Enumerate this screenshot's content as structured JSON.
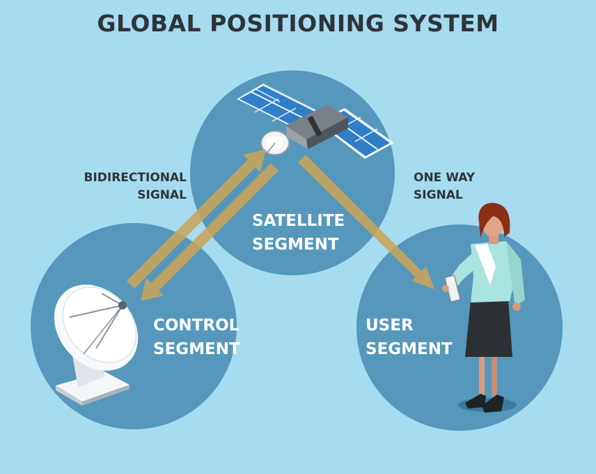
{
  "title": "GLOBAL POSITIONING SYSTEM",
  "segments": {
    "satellite": {
      "line1": "SATELLITE",
      "line2": "SEGMENT"
    },
    "control": {
      "line1": "CONTROL",
      "line2": "SEGMENT"
    },
    "user": {
      "line1": "USER",
      "line2": "SEGMENT"
    }
  },
  "signals": {
    "bidirectional": {
      "line1": "BIDIRECTIONAL",
      "line2": "SIGNAL"
    },
    "one_way": {
      "line1": "ONE WAY",
      "line2": "SIGNAL"
    }
  },
  "colors": {
    "background": "#a6dbf0",
    "circle": "#5598bb",
    "arrow": "#c9a45a",
    "title_text": "#2e3439"
  },
  "icons": [
    "satellite-icon",
    "satellite-dish-icon",
    "person-with-phone-icon"
  ]
}
